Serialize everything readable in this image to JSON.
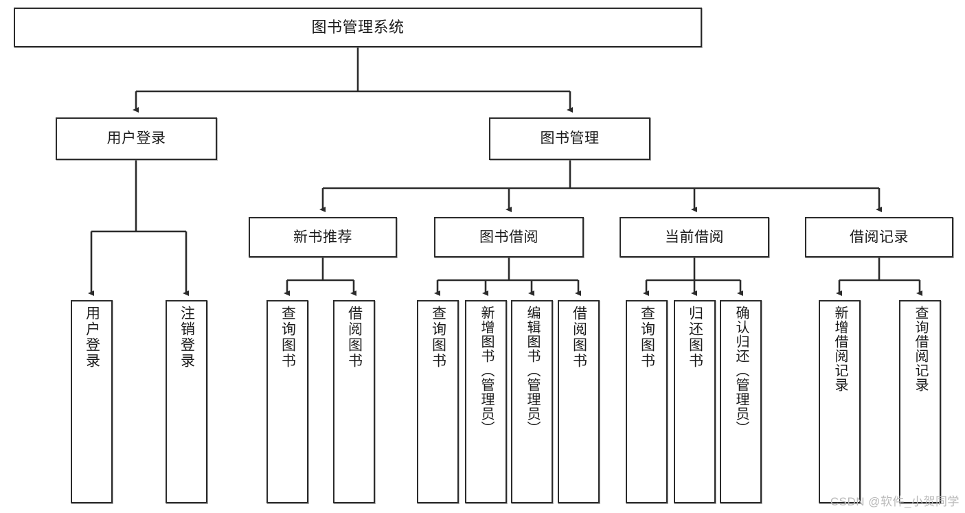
{
  "diagram": {
    "type": "tree",
    "title": "图书管理系统",
    "watermark": "CSDN @软件_小贺同学",
    "colors": {
      "box_border": "#2b2b2b",
      "box_fill": "#ffffff",
      "connector": "#2b2b2b",
      "text": "#1b1b1b",
      "watermark": "#b9b9b9"
    },
    "root": {
      "label": "图书管理系统"
    },
    "level1": [
      {
        "label": "用户登录"
      },
      {
        "label": "图书管理"
      }
    ],
    "level2": [
      {
        "label": "新书推荐"
      },
      {
        "label": "图书借阅"
      },
      {
        "label": "当前借阅"
      },
      {
        "label": "借阅记录"
      }
    ],
    "leaves": {
      "user_login": [
        {
          "label": "用户登录"
        },
        {
          "label": "注销登录"
        }
      ],
      "new_book": [
        {
          "label": "查询图书"
        },
        {
          "label": "借阅图书"
        }
      ],
      "book_borrow": [
        {
          "label": "查询图书"
        },
        {
          "label": "新增图书（管理员）"
        },
        {
          "label": "编辑图书（管理员）"
        },
        {
          "label": "借阅图书"
        }
      ],
      "current_borrow": [
        {
          "label": "查询图书"
        },
        {
          "label": "归还图书"
        },
        {
          "label": "确认归还（管理员）"
        }
      ],
      "borrow_record": [
        {
          "label": "新增借阅记录"
        },
        {
          "label": "查询借阅记录"
        }
      ]
    }
  }
}
